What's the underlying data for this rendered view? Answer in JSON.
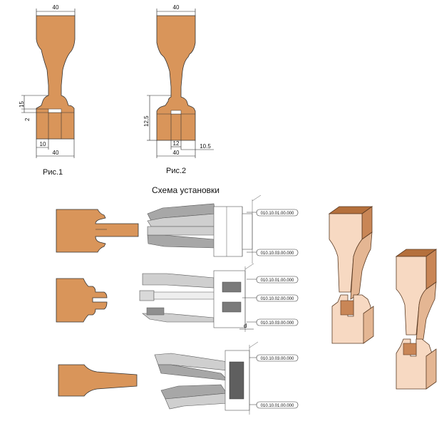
{
  "colors": {
    "wood": "#d9955a",
    "wood_light": "#f7d9c2",
    "wood_top": "#b5703c",
    "cutter": "#a7a7a7",
    "cutter_light": "#cfcfcf",
    "cutter_dark": "#7a7a7a"
  },
  "fig1": {
    "caption": "Рис.1",
    "dims": {
      "top_width": "40",
      "h15": "15",
      "h2": "2",
      "w10": "10",
      "bottom_width": "40"
    }
  },
  "fig2": {
    "caption": "Рис.2",
    "dims": {
      "top_width": "40",
      "h12_5": "12,5",
      "w12": "12",
      "w10_5": "10.5",
      "bottom_width": "40"
    }
  },
  "scheme": {
    "title": "Схема установки",
    "group1": {
      "part_top": "010.10.01.00.000",
      "part_bottom": "010.10.03.00.000"
    },
    "group2": {
      "part_top": "010.10.01.00.000",
      "part_mid": "010.10.02.00.000",
      "part_bottom": "010.10.03.00.000",
      "d_label": "d"
    },
    "group3": {
      "part_top": "010.10.03.00.000",
      "part_bottom": "010.10.01.00.000"
    }
  }
}
